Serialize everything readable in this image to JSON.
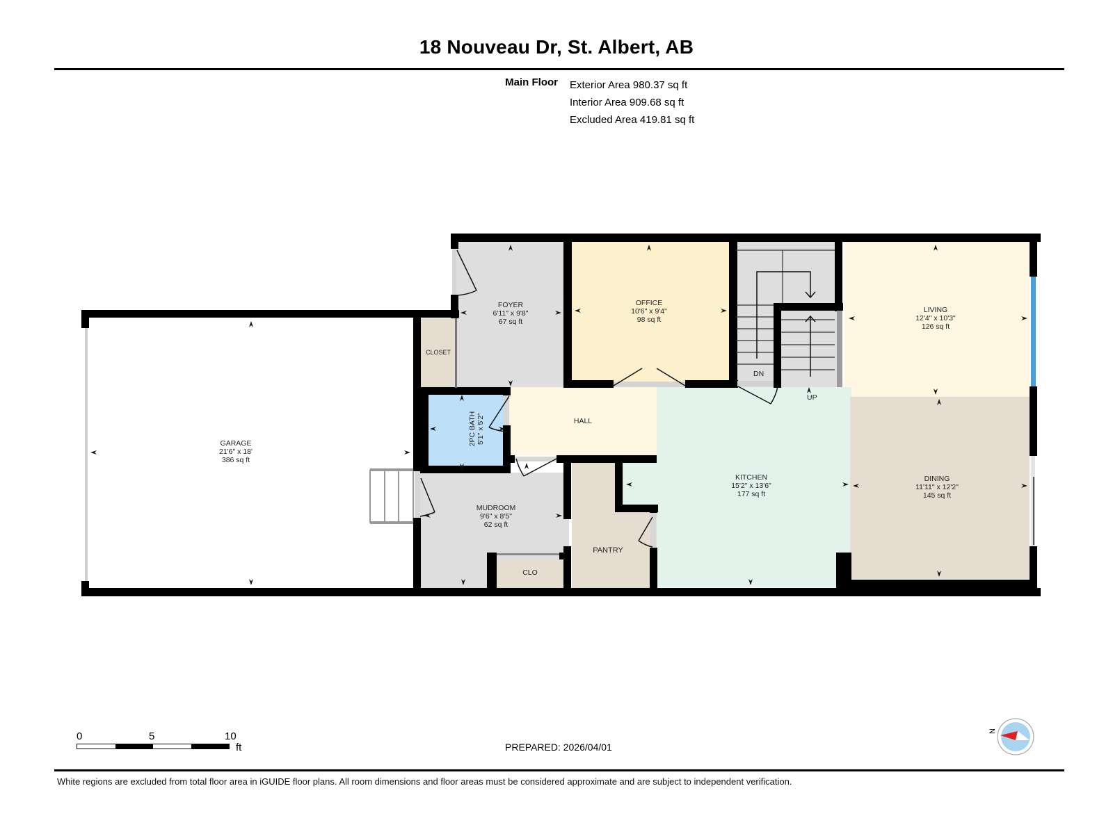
{
  "header": {
    "title": "18 Nouveau Dr, St. Albert, AB"
  },
  "summary": {
    "floor_label": "Main Floor",
    "areas": [
      "Exterior Area 980.37 sq ft",
      "Interior Area 909.68 sq ft",
      "Excluded Area 419.81 sq ft"
    ]
  },
  "rooms": {
    "garage": {
      "name": "GARAGE",
      "dims": "21'6\" x 18'",
      "area": "386 sq ft",
      "color": "#ffffff"
    },
    "foyer": {
      "name": "FOYER",
      "dims": "6'11\" x 9'8\"",
      "area": "67 sq ft",
      "color": "#dedede"
    },
    "closet": {
      "name": "CLOSET",
      "color": "#e6ddd0"
    },
    "office": {
      "name": "OFFICE",
      "dims": "10'6\" x 9'4\"",
      "area": "98 sq ft",
      "color": "#fdf0cd"
    },
    "stairs": {
      "dn_label": "DN",
      "up_label": "UP",
      "color": "#dedede"
    },
    "living": {
      "name": "LIVING",
      "dims": "12'4\" x 10'3\"",
      "area": "126 sq ft",
      "color": "#fef6e1"
    },
    "bath": {
      "name": "2PC BATH",
      "dims": "5'1\" x 5'2\"",
      "color": "#bde0f8"
    },
    "hall": {
      "name": "HALL",
      "color": "#fef8e3"
    },
    "kitchen": {
      "name": "KITCHEN",
      "dims": "15'2\" x 13'6\"",
      "area": "177 sq ft",
      "color": "#e4f2ec"
    },
    "dining": {
      "name": "DINING",
      "dims": "11'11\" x 12'2\"",
      "area": "145 sq ft",
      "color": "#e6ddd0"
    },
    "mudroom": {
      "name": "MUDROOM",
      "dims": "9'6\" x 8'5\"",
      "area": "62 sq ft",
      "color": "#dedede"
    },
    "clo": {
      "name": "CLO",
      "color": "#e6ddd0"
    },
    "pantry": {
      "name": "PANTRY",
      "color": "#e6ddd0"
    }
  },
  "colors": {
    "wall": "#000000",
    "window_blue": "#4a9fd6",
    "opening_gray": "#d6d6d6"
  },
  "scale_bar": {
    "ticks": [
      "0",
      "5",
      "10"
    ],
    "unit": "ft"
  },
  "footer": {
    "prepared": "PREPARED: 2026/04/01",
    "disclaimer": "White regions are excluded from total floor area in iGUIDE floor plans. All room dimensions and floor areas must be considered approximate and are subject to independent verification."
  },
  "compass": {
    "label": "N"
  }
}
